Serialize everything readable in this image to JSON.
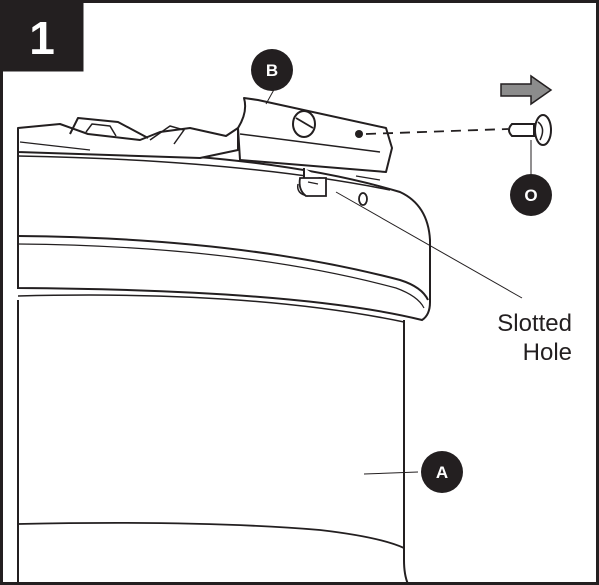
{
  "step": {
    "number": "1"
  },
  "callouts": {
    "b": "B",
    "o": "O",
    "a": "A"
  },
  "label": {
    "line1": "Slotted",
    "line2": "Hole"
  },
  "colors": {
    "ink": "#231f20",
    "arrow_fill": "#8c8c8c",
    "badge": "#231f20"
  },
  "icons": {
    "direction_arrow": "right-arrow-icon"
  }
}
